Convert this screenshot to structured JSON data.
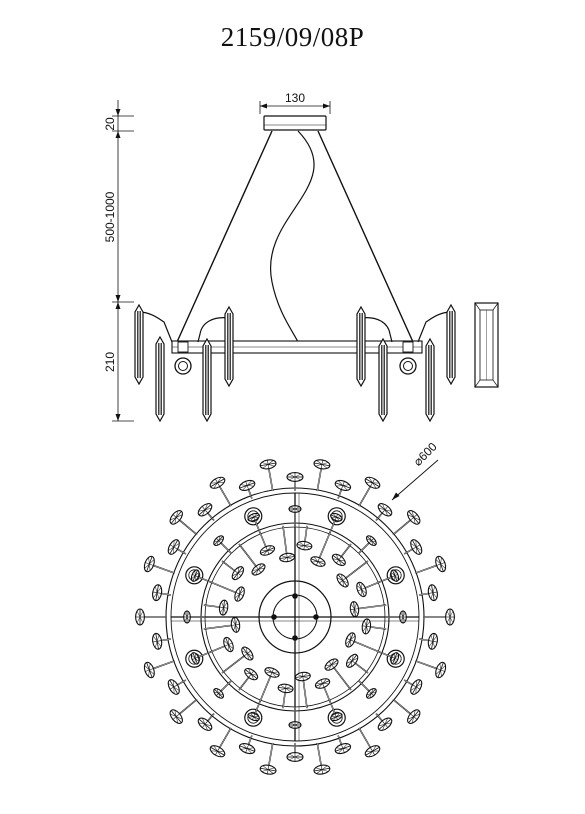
{
  "title": "2159/09/08P",
  "dimensions": {
    "canopy_width": "130",
    "canopy_height": "20",
    "suspension_length": "500-1000",
    "body_height": "210",
    "diameter": "⌀600"
  }
}
